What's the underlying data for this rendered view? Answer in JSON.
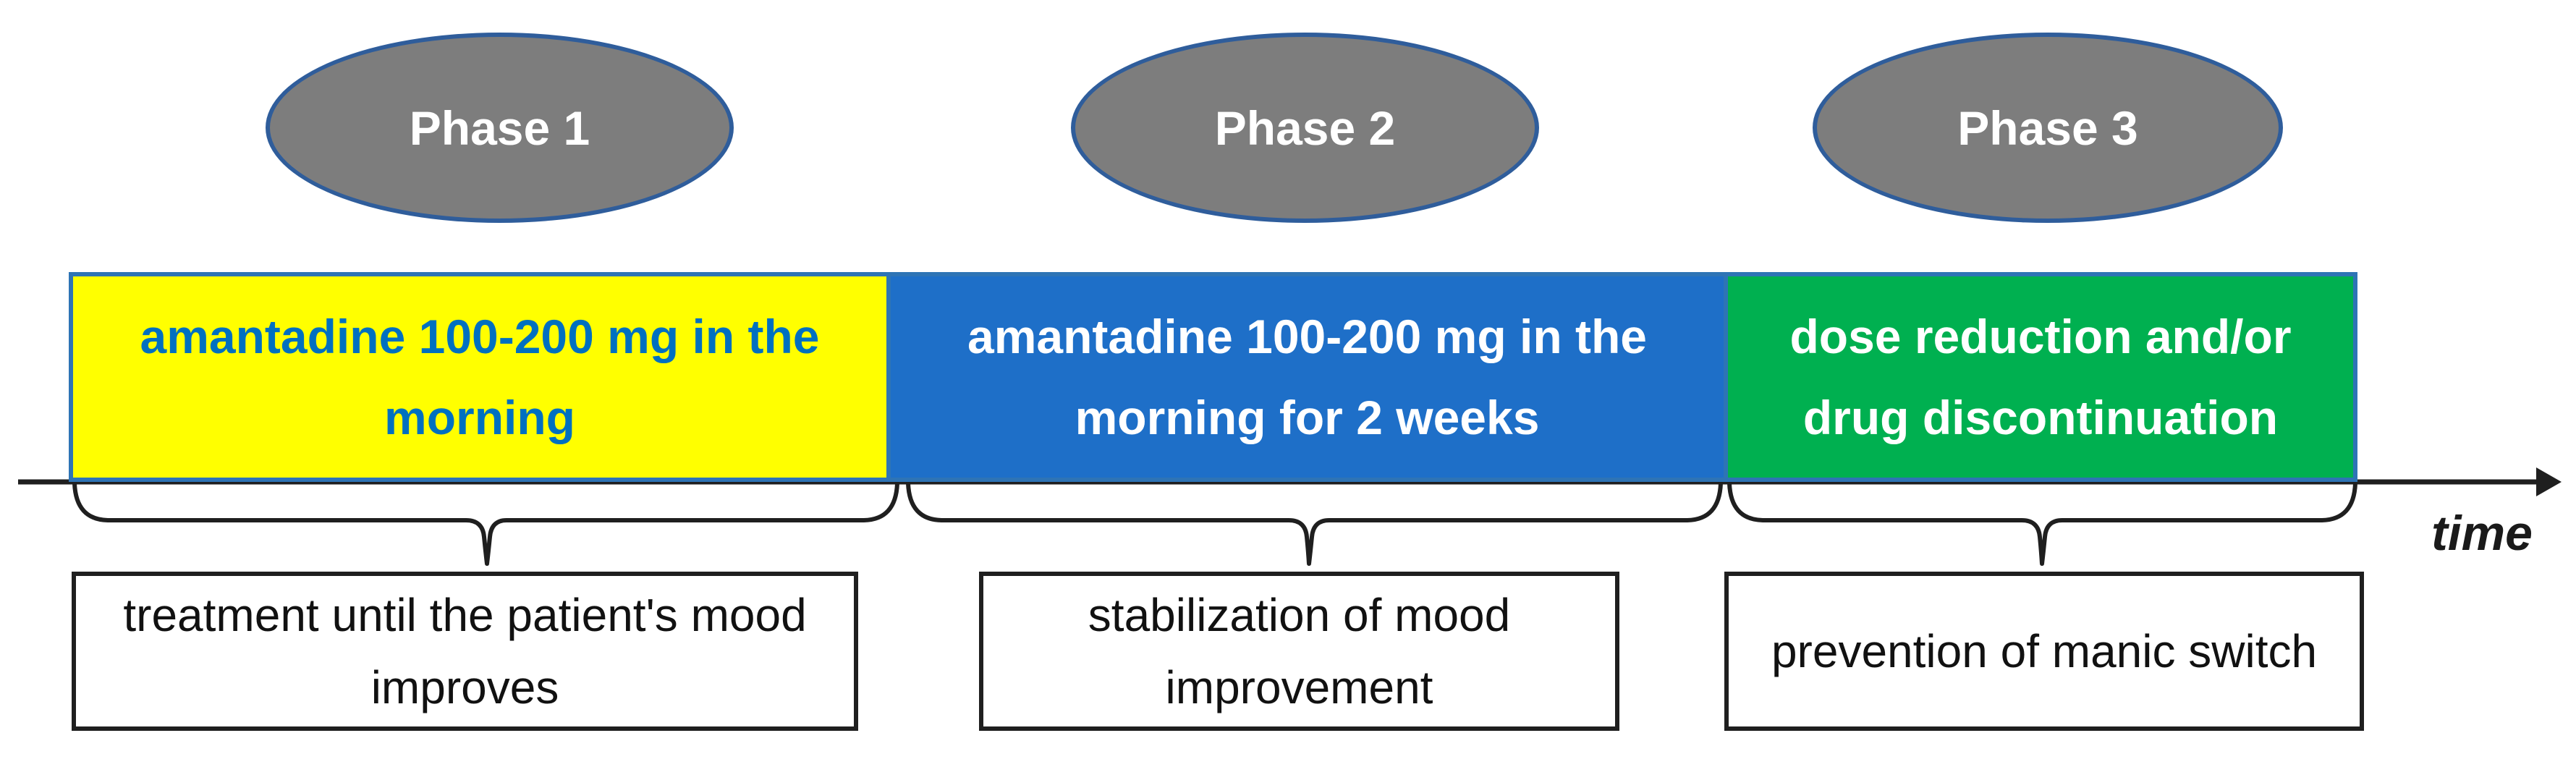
{
  "phases": [
    {
      "label": "Phase 1"
    },
    {
      "label": "Phase 2"
    },
    {
      "label": "Phase 3"
    }
  ],
  "timeline_boxes": [
    {
      "text": "amantadine 100-200 mg in the morning"
    },
    {
      "text": "amantadine 100-200 mg in the morning for 2 weeks"
    },
    {
      "text": "dose reduction and/or drug discontinuation"
    }
  ],
  "outcome_boxes": [
    {
      "text": "treatment until the patient's mood improves"
    },
    {
      "text": "stabilization of mood improvement"
    },
    {
      "text": "prevention of manic switch"
    }
  ],
  "axis": {
    "label": "time"
  },
  "colors": {
    "phase_fill": "#7d7d7d",
    "phase_border": "#2f5d9b",
    "band_border": "#2e74b5",
    "band1_fill": "#ffff00",
    "band1_text": "#0070c0",
    "band2_fill": "#1e6fc8",
    "band2_text": "#ffffff",
    "band3_fill": "#00b050",
    "band3_text": "#ffffff",
    "axis_color": "#1f1f1f"
  }
}
